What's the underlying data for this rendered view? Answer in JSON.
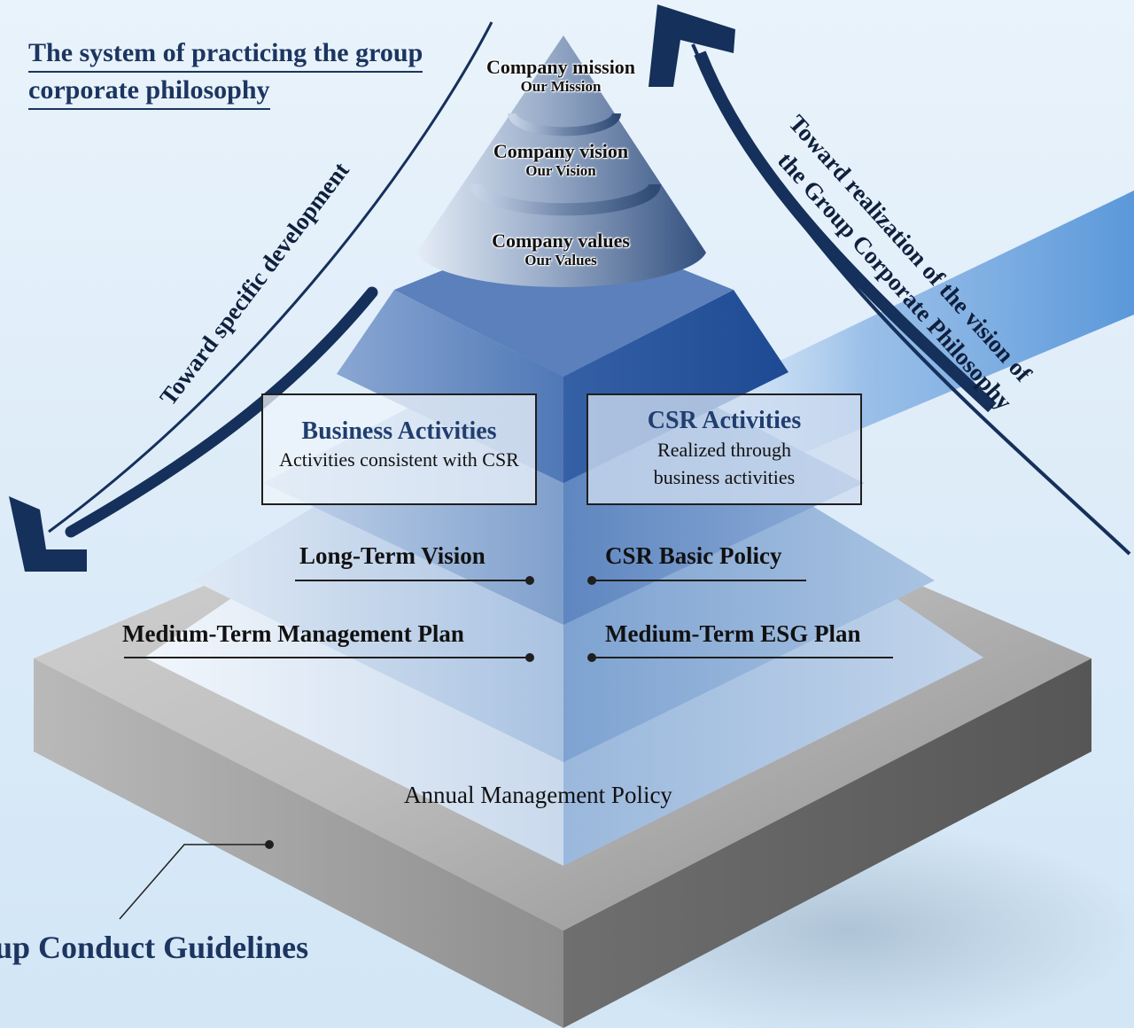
{
  "title": {
    "line1": "The system of practicing the group",
    "line2": "corporate philosophy"
  },
  "cone": {
    "mission": {
      "label": "Company mission",
      "sub": "Our Mission"
    },
    "vision": {
      "label": "Company vision",
      "sub": "Our Vision"
    },
    "values": {
      "label": "Company values",
      "sub": "Our Values"
    }
  },
  "business": {
    "heading": "Business Activities",
    "body": "Activities consistent with CSR"
  },
  "csr": {
    "heading": "CSR Activities",
    "body_line1": "Realized through",
    "body_line2": "business activities"
  },
  "plans": {
    "long_term_vision": "Long-Term Vision",
    "csr_basic_policy": "CSR Basic Policy",
    "mid_term_plan": "Medium-Term Management Plan",
    "mid_term_esg": "Medium-Term ESG Plan",
    "annual_policy": "Annual Management Policy"
  },
  "arrows": {
    "left": "Toward specific development",
    "right_line1": "Toward realization of the vision of",
    "right_line2": "the Group Corporate Philosophy"
  },
  "conduct_guidelines": "up Conduct Guidelines",
  "colors": {
    "navy": "#15305a",
    "heading_blue": "#203e6e"
  }
}
